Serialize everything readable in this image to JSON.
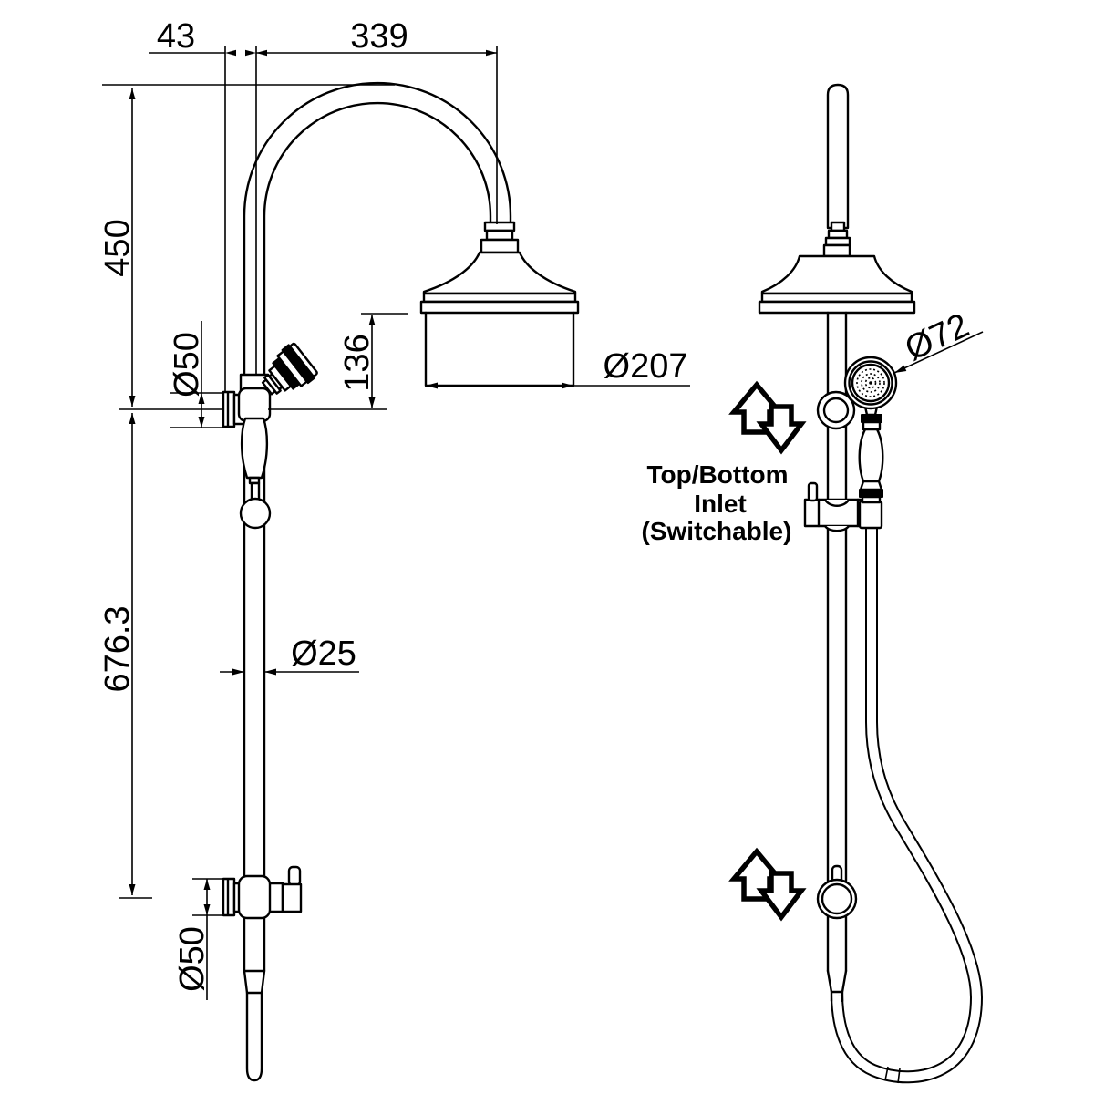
{
  "meta": {
    "type": "technical-drawing",
    "subject": "twin shower rail set with gooseneck overhead arm and handshower",
    "background_color": "#ffffff",
    "line_color": "#000000"
  },
  "dimensions": {
    "wall_offset": "43",
    "arm_reach": "339",
    "arm_drop": "450",
    "top_bracket_diameter": "Ø50",
    "head_depth": "136",
    "head_diameter": "Ø207",
    "rail_length": "676.3",
    "rail_diameter": "Ø25",
    "bottom_bracket_diameter": "Ø50",
    "handset_diameter": "Ø72"
  },
  "annotation": {
    "line1": "Top/Bottom",
    "line2": "Inlet",
    "line3": "(Switchable)"
  }
}
